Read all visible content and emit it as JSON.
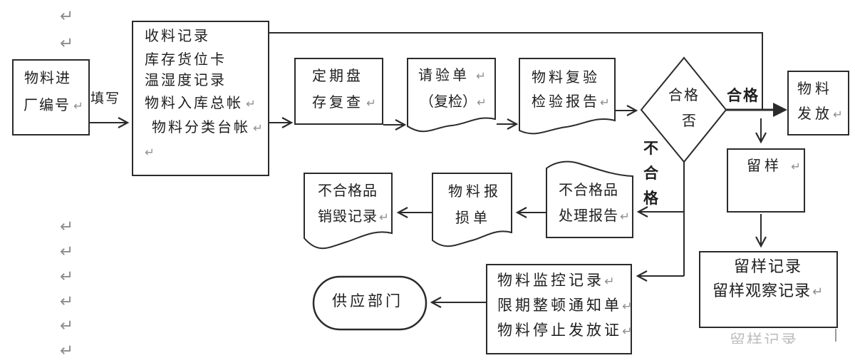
{
  "glyphs": {
    "return_mark": "↵"
  },
  "labels": {
    "fill_in": "填写",
    "pass": "合格",
    "fail_chars": [
      "不",
      "合",
      "格"
    ]
  },
  "nodes": {
    "material_entry_no": {
      "line1": "物料进",
      "line2": "厂编号"
    },
    "warehouse_records": {
      "line1": "收料记录",
      "line2": "库存货位卡",
      "line3": "温湿度记录",
      "line4": "物料入库总帐",
      "line5": "物料分类台帐"
    },
    "periodic_check": {
      "line1": "定期盘",
      "line2": "存复查"
    },
    "inspection_request": {
      "line1": "请验单",
      "line2": "（复检）"
    },
    "reinspection_report": {
      "line1": "物料复验",
      "line2": "检验报告"
    },
    "decision": {
      "line1": "合格",
      "line2": "否"
    },
    "material_issue": {
      "line1": "物料",
      "line2": "发放"
    },
    "sample_retention": {
      "line1": "留样"
    },
    "sample_records": {
      "line1": "留样记录",
      "line2": "留样观察记录"
    },
    "nc_handling_report": {
      "line1": "不合格品",
      "line2": "处理报告"
    },
    "material_loss_note": {
      "line1": "物料报",
      "line2": "损单"
    },
    "nc_destruction_record": {
      "line1": "不合格品",
      "line2": "销毁记录"
    },
    "monitoring_docs": {
      "line1": "物料监控记录",
      "line2": "限期整顿通知单",
      "line3": "物料停止发放证"
    },
    "supply_department": {
      "line1": "供应部门"
    },
    "ghost_text": "留样记录"
  }
}
